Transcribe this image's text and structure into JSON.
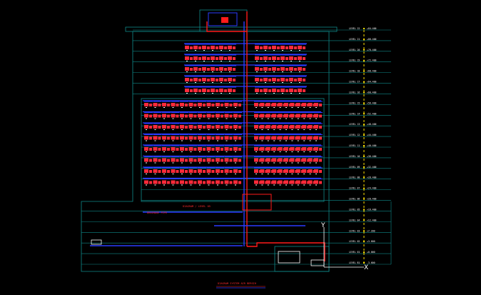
{
  "diagram": {
    "background": "#000000",
    "colors": {
      "outline": "#0f8a8a",
      "pipe_supply": "#2b3cff",
      "pipe_return": "#ff1a1a",
      "fixture": "#ff2a3a",
      "label": "#ffffff",
      "axis": "#ffe000"
    },
    "levels": [
      {
        "name": "LEVEL 22",
        "elevation": "+84.400"
      },
      {
        "name": "LEVEL 21",
        "elevation": "+80.400"
      },
      {
        "name": "LEVEL 20",
        "elevation": "+76.400"
      },
      {
        "name": "LEVEL 19",
        "elevation": "+72.400"
      },
      {
        "name": "LEVEL 18",
        "elevation": "+68.400"
      },
      {
        "name": "LEVEL 17",
        "elevation": "+64.400"
      },
      {
        "name": "LEVEL 16",
        "elevation": "+60.400"
      },
      {
        "name": "LEVEL 15",
        "elevation": "+56.400"
      },
      {
        "name": "LEVEL 14",
        "elevation": "+52.400"
      },
      {
        "name": "LEVEL 13",
        "elevation": "+48.400"
      },
      {
        "name": "LEVEL 12",
        "elevation": "+44.400"
      },
      {
        "name": "LEVEL 11",
        "elevation": "+40.400"
      },
      {
        "name": "LEVEL 10",
        "elevation": "+36.400"
      },
      {
        "name": "LEVEL 09",
        "elevation": "+32.400"
      },
      {
        "name": "LEVEL 08",
        "elevation": "+28.400"
      },
      {
        "name": "LEVEL 07",
        "elevation": "+24.400"
      },
      {
        "name": "LEVEL 06",
        "elevation": "+20.400"
      },
      {
        "name": "LEVEL 05",
        "elevation": "+16.400"
      },
      {
        "name": "LEVEL 04",
        "elevation": "+12.400"
      },
      {
        "name": "LEVEL 03",
        "elevation": "+7.200"
      },
      {
        "name": "LEVEL 02",
        "elevation": "+3.600"
      },
      {
        "name": "LEVEL 01",
        "elevation": "+0.000"
      },
      {
        "name": "LEVEL B1",
        "elevation": "-3.600"
      }
    ],
    "labels": {
      "mid_note": "DIAGRAM / LEVEL 05",
      "sub_note": "DRAINAGE PIPE",
      "bottom_title": "DIAGRAM SYSTEM AIR BERSIH",
      "axis_y": "Y",
      "axis_x": "X"
    },
    "fixture_rows": {
      "upper_rows": 5,
      "lower_rows": 8,
      "upper_per_side": 6,
      "lower_per_side": 11
    }
  }
}
